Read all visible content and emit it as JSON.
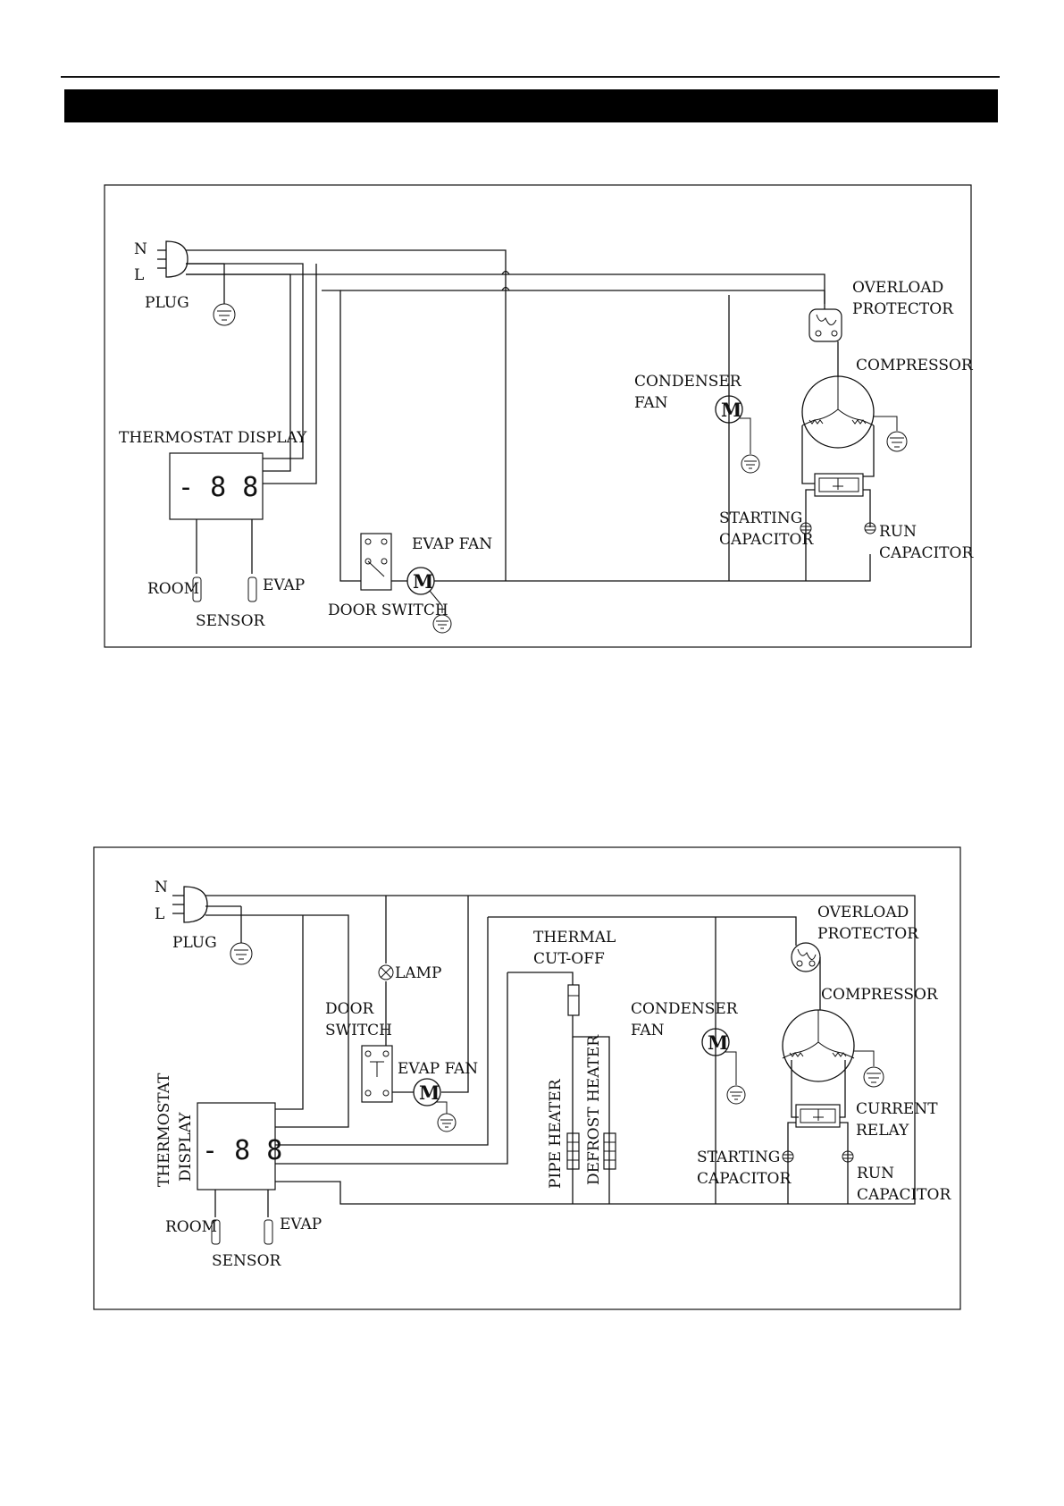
{
  "diagram1": {
    "plug_n": "N",
    "plug_l": "L",
    "plug": "PLUG",
    "thermostat_display": "THERMOSTAT DISPLAY",
    "display_digits": "- 8 8",
    "room": "ROOM",
    "evap": "EVAP",
    "sensor": "SENSOR",
    "door_switch": "DOOR SWITCH",
    "evap_fan": "EVAP FAN",
    "condenser_fan_1": "CONDENSER",
    "condenser_fan_2": "FAN",
    "overload_1": "OVERLOAD",
    "overload_2": "PROTECTOR",
    "compressor": "COMPRESSOR",
    "starting_cap_1": "STARTING",
    "starting_cap_2": "CAPACITOR",
    "run_cap_1": "RUN",
    "run_cap_2": "CAPACITOR",
    "motor": "M"
  },
  "diagram2": {
    "plug_n": "N",
    "plug_l": "L",
    "plug": "PLUG",
    "lamp": "LAMP",
    "door_1": "DOOR",
    "door_2": "SWITCH",
    "evap_fan": "EVAP FAN",
    "thermal_1": "THERMAL",
    "thermal_2": "CUT-OFF",
    "condenser_fan_1": "CONDENSER",
    "condenser_fan_2": "FAN",
    "overload_1": "OVERLOAD",
    "overload_2": "PROTECTOR",
    "compressor": "COMPRESSOR",
    "current_relay_1": "CURRENT",
    "current_relay_2": "RELAY",
    "starting_cap_1": "STARTING",
    "starting_cap_2": "CAPACITOR",
    "run_cap_1": "RUN",
    "run_cap_2": "CAPACITOR",
    "thermostat_1": "THERMOSTAT",
    "thermostat_2": "DISPLAY",
    "display_digits": "- 8 8",
    "room": "ROOM",
    "evap": "EVAP",
    "sensor": "SENSOR",
    "pipe_heater": "PIPE HEATER",
    "defrost_heater": "DEFROST HEATER",
    "motor": "M"
  }
}
